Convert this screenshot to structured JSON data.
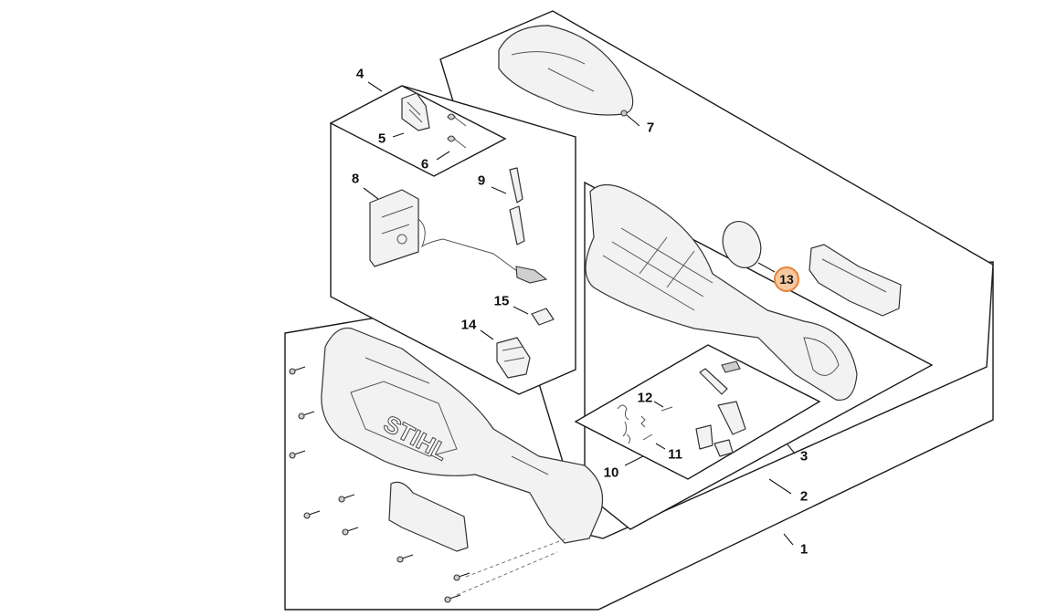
{
  "diagram": {
    "brand_logo": "STIHL",
    "highlighted_part": "13",
    "highlight_color": "#e8803a",
    "callouts": [
      {
        "id": "c1",
        "label": "1"
      },
      {
        "id": "c2",
        "label": "2"
      },
      {
        "id": "c3",
        "label": "3"
      },
      {
        "id": "c4",
        "label": "4"
      },
      {
        "id": "c5",
        "label": "5"
      },
      {
        "id": "c6",
        "label": "6"
      },
      {
        "id": "c7",
        "label": "7"
      },
      {
        "id": "c8",
        "label": "8"
      },
      {
        "id": "c9",
        "label": "9"
      },
      {
        "id": "c10",
        "label": "10"
      },
      {
        "id": "c11",
        "label": "11"
      },
      {
        "id": "c12",
        "label": "12"
      },
      {
        "id": "c13",
        "label": "13"
      },
      {
        "id": "c14",
        "label": "14"
      },
      {
        "id": "c15",
        "label": "15"
      }
    ]
  }
}
